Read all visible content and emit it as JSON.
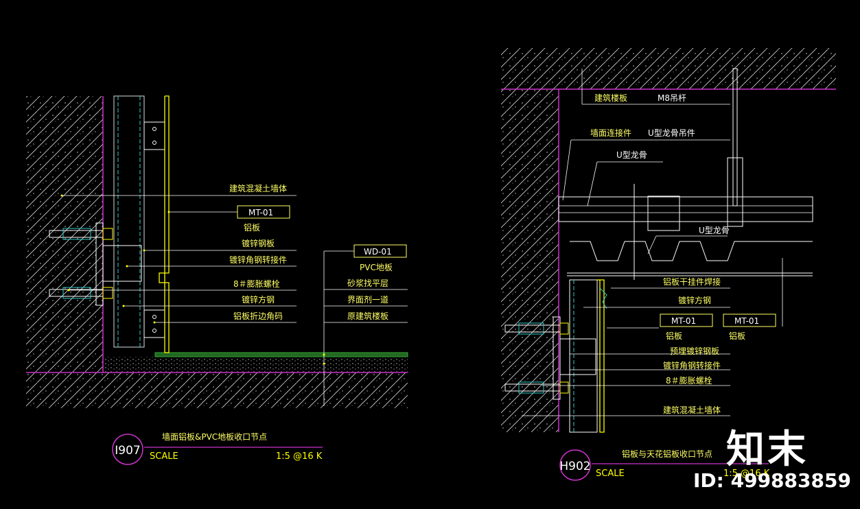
{
  "colors": {
    "background": "#000000",
    "boundary": "#cc33cc",
    "panel": "#ffff00",
    "leader": "#ffffff",
    "label": "#ffff66",
    "floor": "#33aa33",
    "cyan": "#33cccc",
    "hatch": "#d8d8d8"
  },
  "left_detail": {
    "labels": [
      "建筑混凝土墙体",
      "铝板",
      "镀锌钢板",
      "镀锌角钢转接件",
      "8＃膨胀螺栓",
      "镀锌方钢",
      "铝板折边角码"
    ],
    "tag_mt": "MT-01",
    "tag_wd": "WD-01",
    "right_labels": [
      "PVC地板",
      "砂浆找平层",
      "界面剂一道",
      "原建筑楼板"
    ],
    "detail_id": "I907",
    "title": "墙面铝板&PVC地板收口节点",
    "scale_label": "SCALE",
    "scale_value": "1:5 @16 K"
  },
  "right_detail": {
    "top_labels": [
      "建筑楼板",
      "M8吊杆",
      "墙面连接件",
      "U型龙骨吊件",
      "U型龙骨",
      "U型龙骨"
    ],
    "side_labels": [
      "铝板干挂件焊接",
      "镀锌方钢"
    ],
    "tag_mt_a": "MT-01",
    "tag_mt_b": "MT-01",
    "tag_note_a": "铝板",
    "tag_note_b": "铝板",
    "bottom_labels": [
      "预埋镀锌钢板",
      "镀锌角钢转接件",
      "8＃膨胀螺栓",
      "建筑混凝土墙体"
    ],
    "detail_id": "H902",
    "title": "铝板与天花铝板收口节点",
    "scale_label": "SCALE",
    "scale_value": "1:5 @16 K"
  },
  "watermark": {
    "logo": "知末",
    "id_text": "ID: 499883859"
  }
}
